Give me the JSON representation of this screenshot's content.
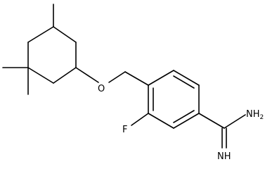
{
  "molecule": {
    "atom_labels": {
      "oxygen": "O",
      "fluorine": "F",
      "amine_n": "NH",
      "amine_subscript": "2",
      "imine": "NH"
    },
    "colors": {
      "bond": "#000000",
      "label": "#000000",
      "background": "#ffffff"
    }
  }
}
